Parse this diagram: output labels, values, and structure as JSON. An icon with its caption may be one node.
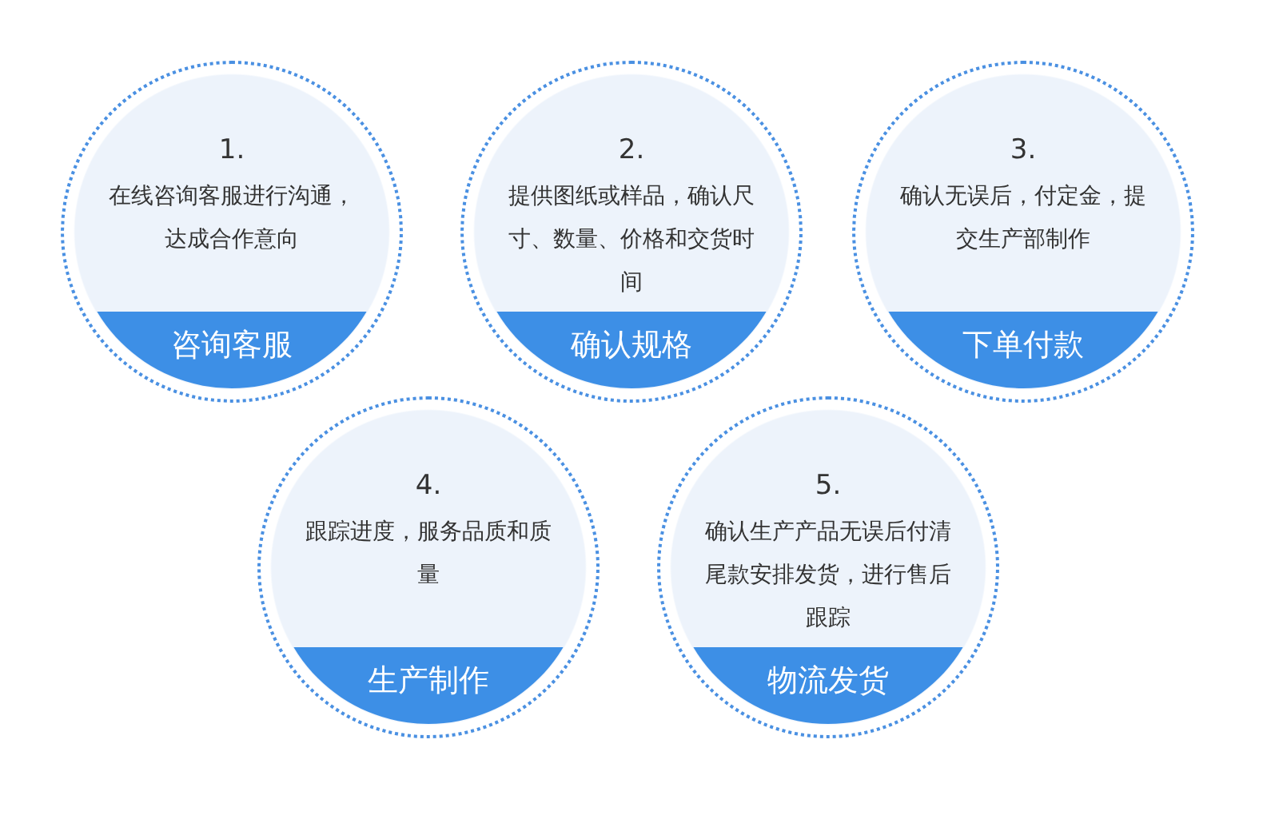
{
  "diagram": {
    "nodes": [
      {
        "text": [
          "1.",
          "在线咨询客服进行沟通，达成合作意向",
          "咨询客服"
        ]
      },
      {
        "text": [
          "2.",
          "提供图纸或样品，确认尺寸、数量、价格和交货时间",
          "确认规格"
        ]
      },
      {
        "text": [
          "3.",
          "确认无误后，付定金，提交生产部制作",
          "下单付款"
        ]
      },
      {
        "text": [
          "4.",
          "跟踪进度，服务品质和质量",
          "生产制作"
        ]
      },
      {
        "text": [
          "5.",
          "确认生产产品无误后付清尾款安排发货，进行售后跟踪",
          "物流发货"
        ]
      }
    ],
    "edges": []
  }
}
